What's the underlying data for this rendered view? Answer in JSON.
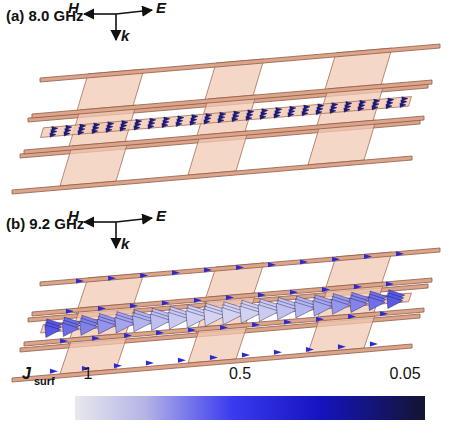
{
  "diagram": {
    "labels": [
      "(a) 8.0 GHz",
      "H",
      "E",
      "k",
      "(b) 9.2 GHz",
      "H",
      "E",
      "k",
      "J",
      "surf",
      "1",
      "0.5",
      "0.05"
    ]
  }
}
